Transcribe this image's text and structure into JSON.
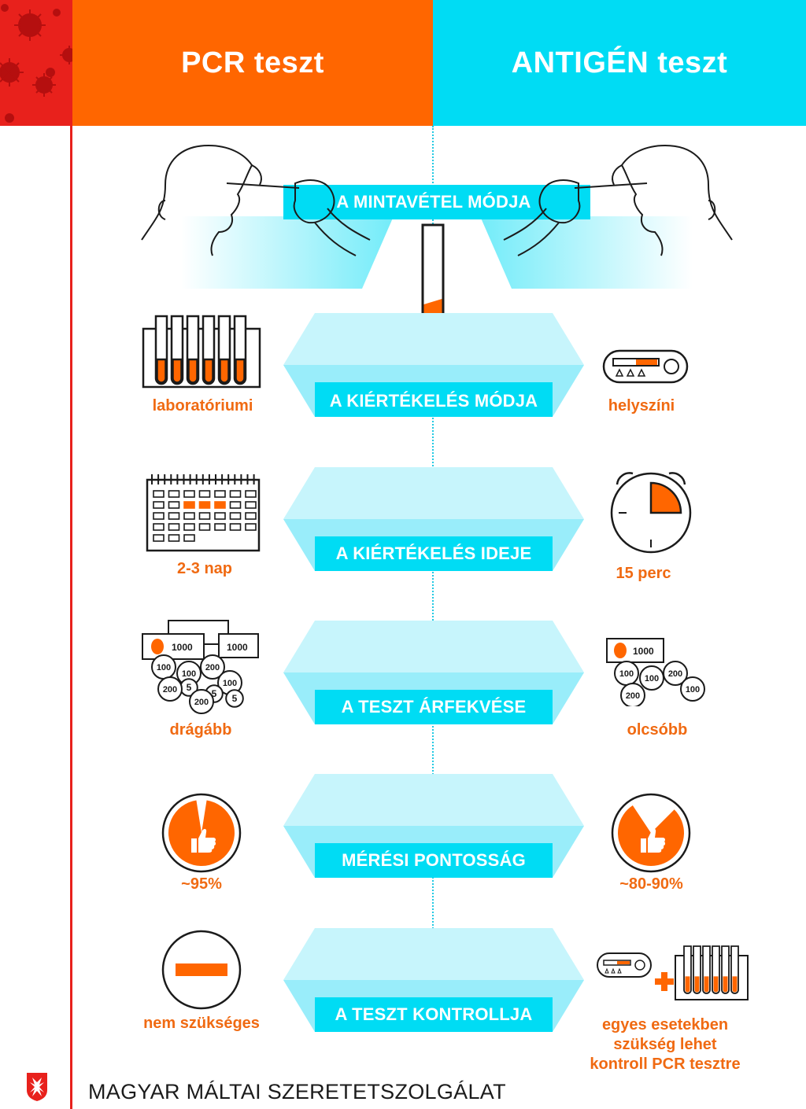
{
  "header": {
    "pcr_title": "PCR teszt",
    "antigen_title": "ANTIGÉN teszt"
  },
  "rows": [
    {
      "title": "A MINTAVÉTEL MÓDJA"
    },
    {
      "title": "A KIÉRTÉKELÉS MÓDJA",
      "pcr": "laboratóriumi",
      "antigen": "helyszíni"
    },
    {
      "title": "A KIÉRTÉKELÉS IDEJE",
      "pcr": "2-3 nap",
      "antigen": "15 perc"
    },
    {
      "title": "A TESZT ÁRFEKVÉSE",
      "pcr": "drágább",
      "antigen": "olcsóbb"
    },
    {
      "title": "MÉRÉSI PONTOSSÁG",
      "pcr": "~95%",
      "antigen": "~80-90%"
    },
    {
      "title": "A TESZT KONTROLLJA",
      "pcr": "nem szükséges",
      "antigen_lines": [
        "egyes esetekben",
        "szükség lehet",
        "kontroll PCR tesztre"
      ]
    }
  ],
  "accuracy": {
    "pcr": 0.95,
    "antigen": 0.85
  },
  "money": {
    "note": "1000",
    "coins_pcr": [
      "100",
      "100",
      "200",
      "5",
      "200",
      "100",
      "5",
      "200",
      "5"
    ],
    "coins_antigen": [
      "100",
      "100",
      "200",
      "200",
      "100"
    ]
  },
  "footer": {
    "org_name": "MAGYAR MÁLTAI SZERETETSZOLGÁLAT"
  },
  "colors": {
    "orange": "#ff6600",
    "cyan": "#00dcf4",
    "red": "#e8211c",
    "label_orange": "#f06a12"
  },
  "icons": [
    "virus-icon",
    "nasal-swab-icon",
    "test-tube-icon",
    "tube-rack-icon",
    "rapid-test-cassette-icon",
    "calendar-icon",
    "stopwatch-icon",
    "banknote-icon",
    "coin-icon",
    "thumbs-up-icon",
    "minus-icon",
    "plus-icon",
    "maltese-cross-icon"
  ]
}
